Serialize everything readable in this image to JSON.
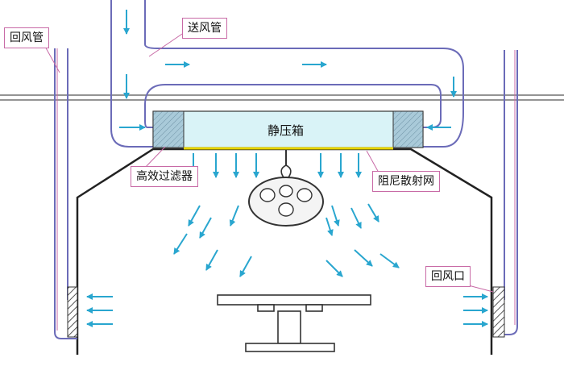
{
  "labels": {
    "return_pipe": "回风管",
    "supply_pipe": "送风管",
    "plenum_box": "静压箱",
    "hepa_filter": "高效过滤器",
    "damping_mesh": "阻尼散射网",
    "return_inlet": "回风口"
  },
  "colors": {
    "pipe_stroke": "#6b6bb8",
    "plenum_fill": "#d9f3f7",
    "filter_fill": "#9ec2d4",
    "mesh_line": "#e8d400",
    "arrow": "#29a6cf",
    "callout_border": "#c86aa6"
  },
  "icons": {
    "lamp": "surgical-light-icon",
    "table": "operating-table-icon"
  }
}
